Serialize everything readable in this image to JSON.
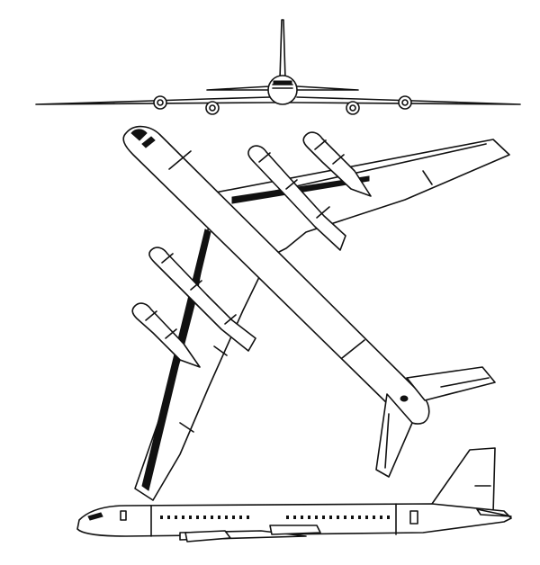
{
  "figure": {
    "subject": "airliner-three-view",
    "views": [
      {
        "id": "front-view"
      },
      {
        "id": "plan-view"
      },
      {
        "id": "side-view"
      }
    ],
    "colors": {
      "ink": "#111111",
      "paper": "#ffffff"
    }
  }
}
